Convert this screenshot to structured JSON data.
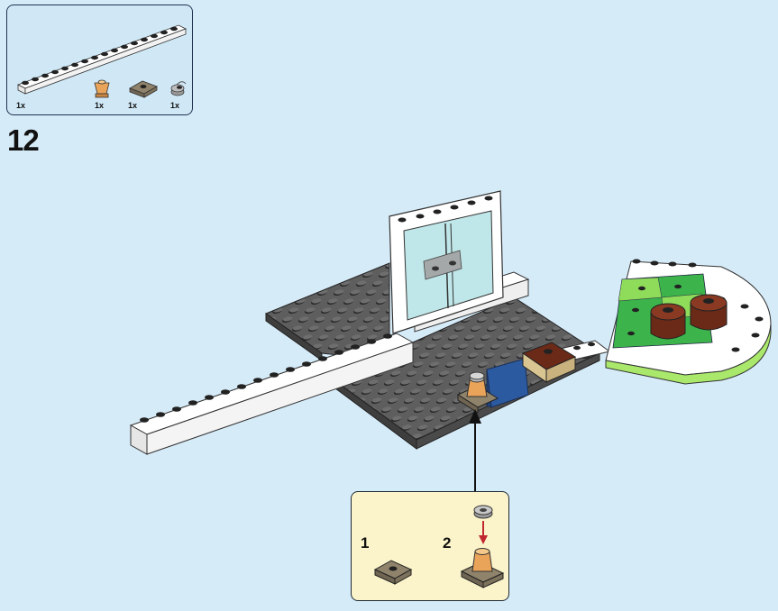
{
  "parts_list": {
    "items": [
      {
        "name": "white-brick-1x16",
        "qty": "1x"
      },
      {
        "name": "tan-cone-1x1",
        "qty": "1x"
      },
      {
        "name": "dark-tan-jumper-plate-1x2",
        "qty": "1x"
      },
      {
        "name": "light-grey-round-plate-1x1",
        "qty": "1x"
      }
    ]
  },
  "step": {
    "number": "12"
  },
  "sub_assembly": {
    "step1": "1",
    "step2": "2"
  },
  "colors": {
    "background": "#d6ebf8",
    "parts_box": "#d0e8f6",
    "sub_box": "#fbf3c9",
    "baseplate": "#5b5b5b",
    "white_brick": "#ffffff",
    "dark_tan": "#8f836b",
    "tan_cone": "#e9a45a",
    "lime": "#9ee05a",
    "green": "#2faa3e",
    "brown": "#6b2a17",
    "blue_door": "#2c5aa0",
    "arrow_red": "#c0282d"
  }
}
